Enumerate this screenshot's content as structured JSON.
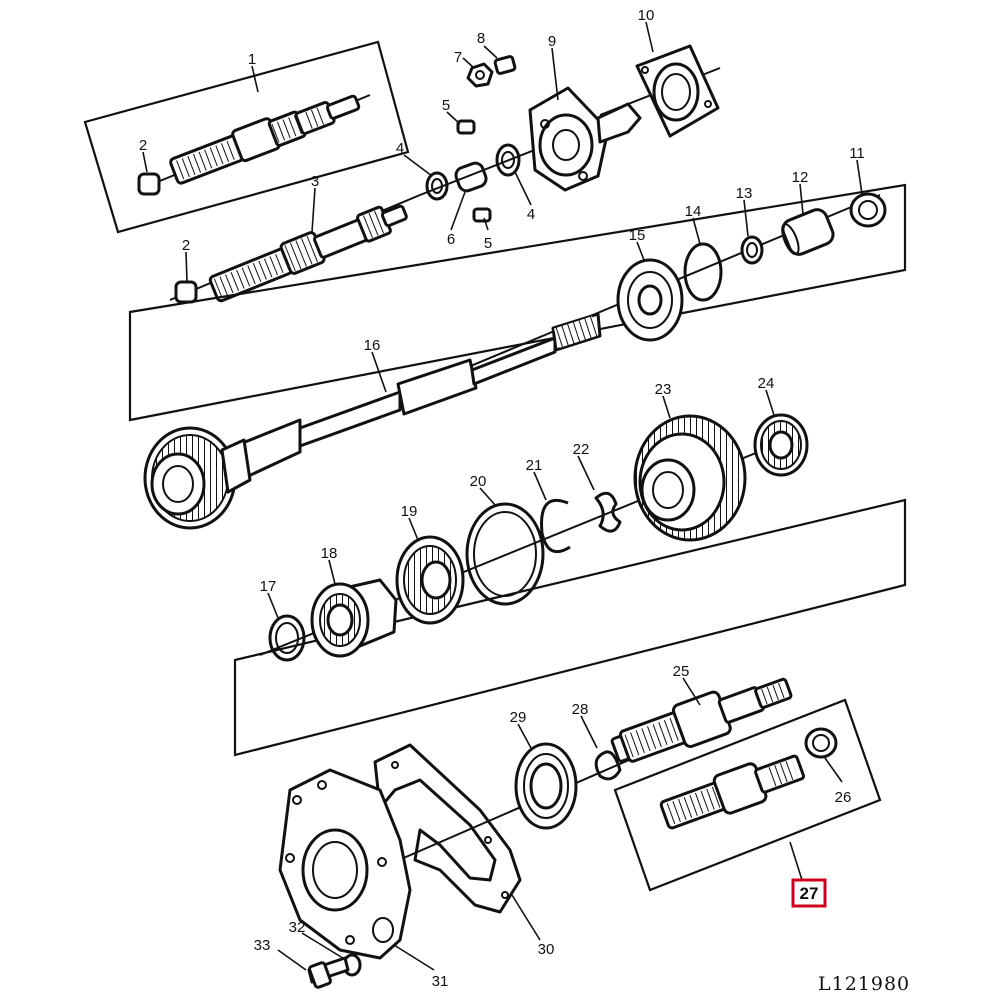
{
  "diagram": {
    "reference_code": "L121980",
    "highlight_color": "#d0021b",
    "callouts": {
      "p1": "1",
      "p2a": "2",
      "p2b": "2",
      "p3": "3",
      "p4a": "4",
      "p4b": "4",
      "p5a": "5",
      "p5b": "5",
      "p6": "6",
      "p7": "7",
      "p8": "8",
      "p9": "9",
      "p10": "10",
      "p11": "11",
      "p12": "12",
      "p13": "13",
      "p14": "14",
      "p15": "15",
      "p16": "16",
      "p17": "17",
      "p18": "18",
      "p19": "19",
      "p20": "20",
      "p21": "21",
      "p22": "22",
      "p23": "23",
      "p24": "24",
      "p25": "25",
      "p26": "26",
      "p27": "27",
      "p28": "28",
      "p29": "29",
      "p30": "30",
      "p31": "31",
      "p32": "32",
      "p33": "33"
    }
  }
}
